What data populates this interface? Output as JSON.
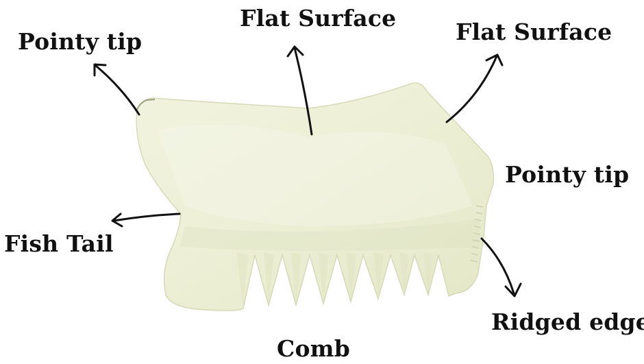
{
  "labels": {
    "flat_surface_top": "Flat Surface",
    "pointy_tip_left": "Pointy tip",
    "flat_surface_right": "Flat Surface",
    "pointy_tip_right": "Pointy tip",
    "fish_tail": "Fish Tail",
    "ridged_edge": "Ridged edge",
    "comb": "Comb"
  },
  "colors": {
    "stone_fill": "#eef0d8",
    "stone_shadow": "#dfe3c2",
    "stone_edge": "#cfd4ae",
    "arrow": "#111111",
    "text": "#111111"
  }
}
